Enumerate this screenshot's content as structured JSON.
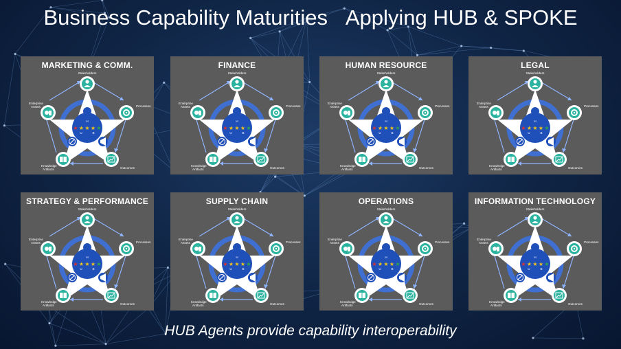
{
  "title": {
    "left": "Business Capability Maturities",
    "right": "Applying HUB & SPOKE"
  },
  "footer": "HUB Agents provide capability interoperability",
  "colors": {
    "panel_bg": "#5b5b5b",
    "ring_blue": "#3f6fd0",
    "hub_blue": "#1f4fb8",
    "node_teal": "#2bb3a0",
    "arrow_blue": "#8fb4ff"
  },
  "panels": [
    {
      "title": "MARKETING & COMM."
    },
    {
      "title": "FINANCE"
    },
    {
      "title": "HUMAN RESOURCE"
    },
    {
      "title": "LEGAL"
    },
    {
      "title": "STRATEGY & PERFORMANCE"
    },
    {
      "title": "SUPPLY CHAIN"
    },
    {
      "title": "OPERATIONS"
    },
    {
      "title": "INFORMATION TECHNOLOGY"
    }
  ],
  "diagram": {
    "stakeholders": "Stakeholders",
    "processes": "Processes",
    "outcomes": "Outcomes",
    "knowledge_line1": "Knowledge",
    "knowledge_line2": "Artifacts",
    "enterprise_line1": "Enterprise",
    "enterprise_line2": "Assets",
    "hub_letter": "H",
    "hub_u": "U",
    "hub_b": "B",
    "stars": [
      "★",
      "★",
      "★",
      "★",
      "★"
    ],
    "star_colors": [
      "#e03030",
      "#f2c21b",
      "#f2c21b",
      "#f2c21b",
      "#2fa84a"
    ],
    "icons": [
      "person-icon",
      "gear-icon",
      "chart-icon",
      "book-icon",
      "coins-icon",
      "link-icon",
      "megaphone-icon"
    ]
  }
}
